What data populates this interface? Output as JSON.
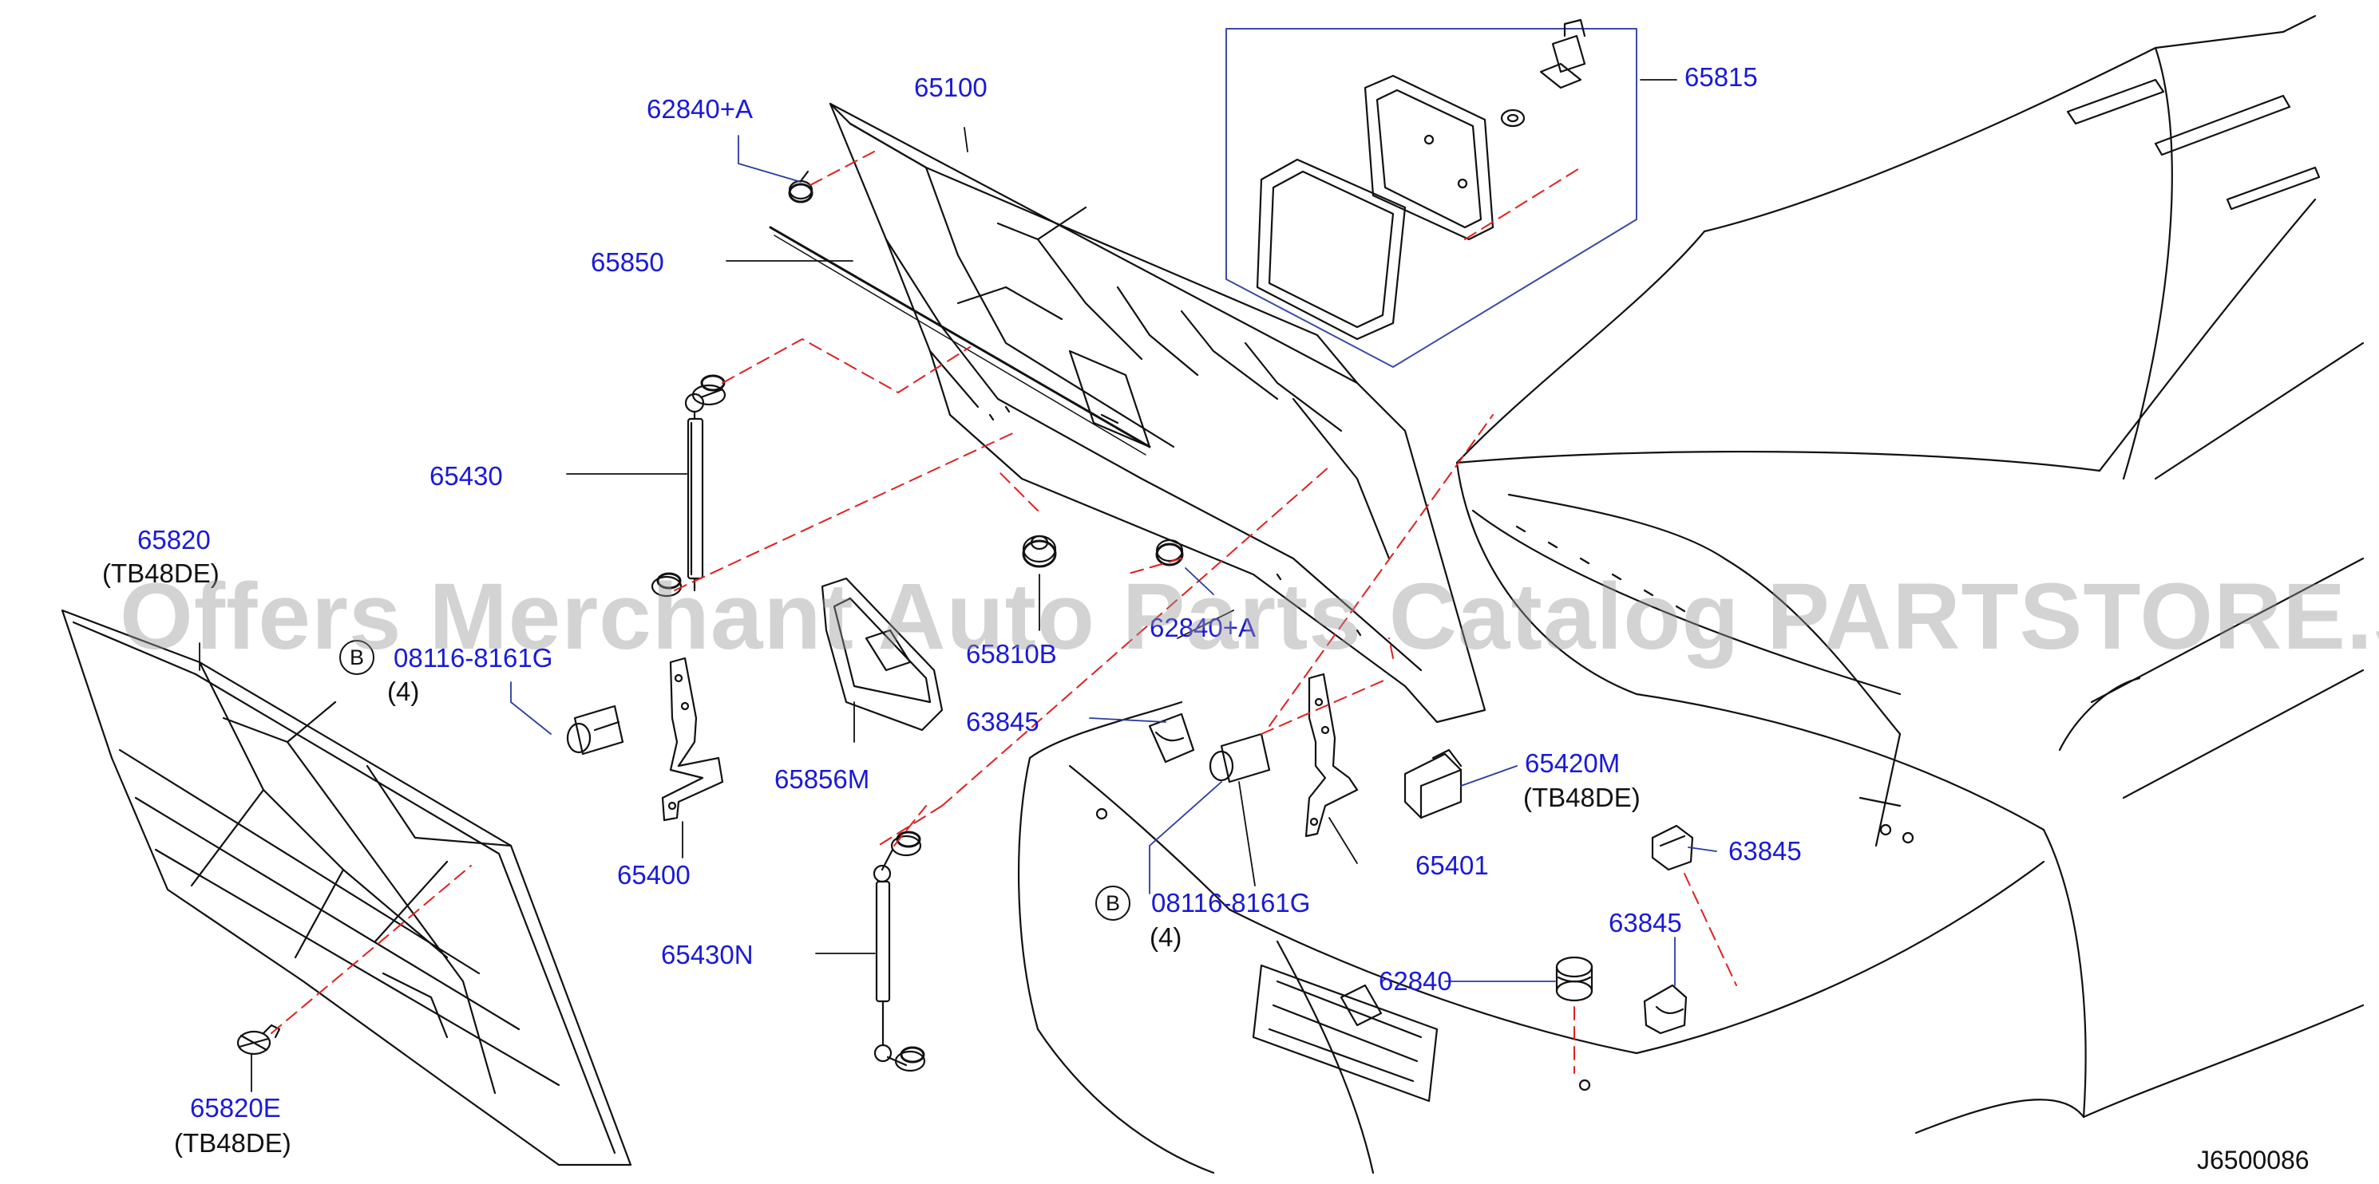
{
  "diagram_code": "J6500086",
  "watermark": "Offers Merchant Auto Parts Catalog PARTSTORE.SA",
  "colors": {
    "part_number": "#1a1ad6",
    "line": "#111111",
    "leader": "#2a3aa0",
    "dash": "#e02020",
    "callout_box": "#3b4aa8"
  },
  "bolt_marker": "B",
  "labels": {
    "p62840A_top": "62840+A",
    "p65100": "65100",
    "p65815": "65815",
    "p65850": "65850",
    "p65430": "65430",
    "p65820": "65820",
    "p65820_note": "(TB48DE)",
    "p08116_left": "08116-8161G",
    "p08116_left_qty": "(4)",
    "p65810B": "65810B",
    "p62840A_mid": "62840+A",
    "p63845_a": "63845",
    "p65856M": "65856M",
    "p65400": "65400",
    "p65420M": "65420M",
    "p65420M_note": "(TB48DE)",
    "p65401": "65401",
    "p63845_b": "63845",
    "p08116_right": "08116-8161G",
    "p08116_right_qty": "(4)",
    "p63845_c": "63845",
    "p62840": "62840",
    "p65430N": "65430N",
    "p65820E": "65820E",
    "p65820E_note": "(TB48DE)"
  }
}
